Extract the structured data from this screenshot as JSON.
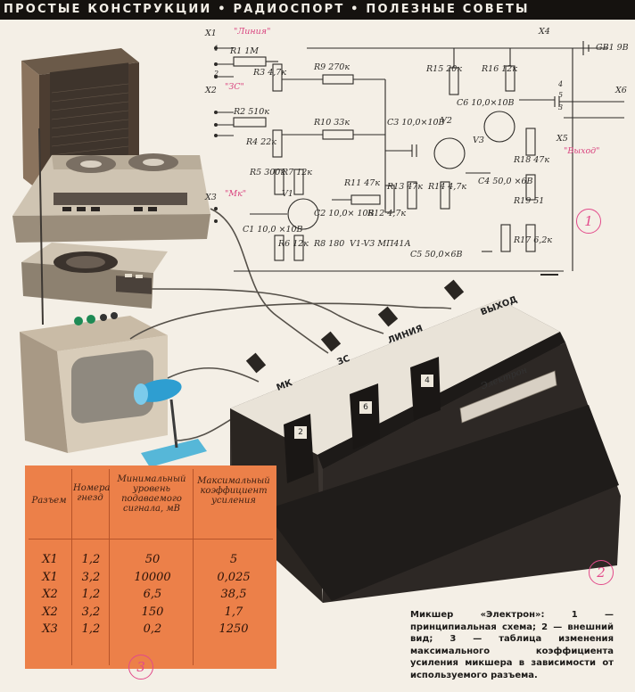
{
  "header": {
    "text": "ПРОСТЫЕ КОНСТРУКЦИИ • РАДИОСПОРТ • ПОЛЕЗНЫЕ СОВЕТЫ"
  },
  "schematic": {
    "connectors": [
      "X1",
      "X2",
      "X3",
      "X4",
      "X5",
      "X6"
    ],
    "connector_labels": [
      "\"Линия\"",
      "\"ЗС\"",
      "\"Мк\"",
      "\"Выход\""
    ],
    "pin_numbers": [
      "1",
      "2",
      "3",
      "4",
      "5"
    ],
    "components": [
      "R1 1M",
      "R3 4,7к",
      "R9 270к",
      "R15 20к",
      "R16 12к",
      "R2 510к",
      "R4 22к",
      "R10 33к",
      "C3 10,0×10В",
      "V2",
      "C6 10,0×10В",
      "V3",
      "R5 300к",
      "R7 12к",
      "R11 47к",
      "C4 50,0 ×6В",
      "R18 47к",
      "V1",
      "C2 10,0× 10В",
      "R12 4,7к",
      "R13 47к",
      "R14 4,7к",
      "R19 51",
      "C1 10,0 ×10В",
      "R6 12к",
      "R8 180",
      "V1-V3 МП41А",
      "C5 50,0×6В",
      "R17 6,2к",
      "GB1 9В"
    ],
    "figure_number": "1"
  },
  "device": {
    "panel_labels": [
      "МК",
      "ЗС",
      "ЛИНИЯ",
      "ВЫХОД"
    ],
    "knob_values": [
      "2",
      "6",
      "4"
    ],
    "brand": "Электрон",
    "figure_number": "2"
  },
  "table": {
    "headers": [
      "Разъем",
      "Номера гнезд",
      "Минимальный уровень подаваемого сигнала, мВ",
      "Максимальный коэффициент усиления"
    ],
    "rows": [
      [
        "X1",
        "1,2",
        "50",
        "5"
      ],
      [
        "X1",
        "3,2",
        "10000",
        "0,025"
      ],
      [
        "X2",
        "1,2",
        "6,5",
        "38,5"
      ],
      [
        "X2",
        "3,2",
        "150",
        "1,7"
      ],
      [
        "X3",
        "1,2",
        "0,2",
        "1250"
      ]
    ],
    "figure_number": "3"
  },
  "caption": {
    "text": "Микшер «Электрон»: 1 — принципиальная схема; 2 — внешний вид; 3 — таблица изменения максимального коэффициента усиления микшера в зависимости от используемого разъема."
  },
  "colors": {
    "background": "#f4efe6",
    "header": "#15120f",
    "table": "#ec8049",
    "badge": "#e24a8a",
    "device": "#2b2723"
  }
}
